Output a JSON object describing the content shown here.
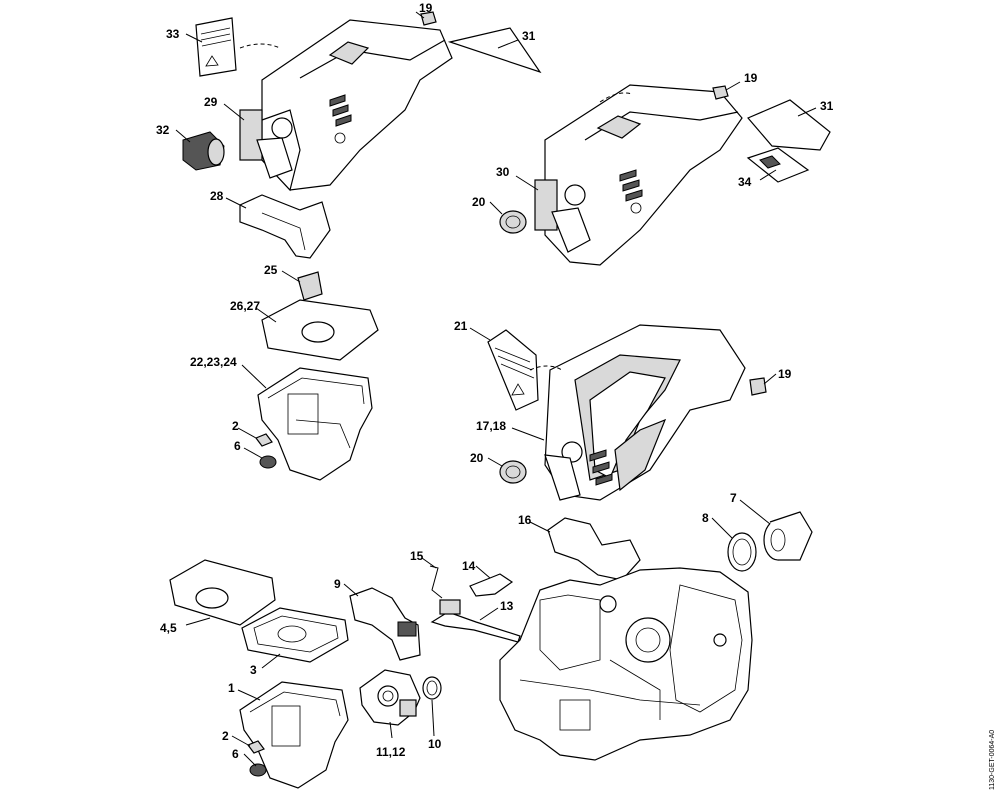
{
  "callouts": {
    "c33": "33",
    "c19a": "19",
    "c31a": "31",
    "c29": "29",
    "c32": "32",
    "c28": "28",
    "c19b": "19",
    "c31b": "31",
    "c30": "30",
    "c20a": "20",
    "c34": "34",
    "c25": "25",
    "c2627": "26,27",
    "c222324": "22,23,24",
    "c2a": "2",
    "c6a": "6",
    "c21": "21",
    "c19c": "19",
    "c1718": "17,18",
    "c20b": "20",
    "c16": "16",
    "c7": "7",
    "c8": "8",
    "c15": "15",
    "c14": "14",
    "c9": "9",
    "c13": "13",
    "c45": "4,5",
    "c3": "3",
    "c1": "1",
    "c2b": "2",
    "c6b": "6",
    "c1112": "11,12",
    "c10": "10"
  },
  "drawing_code": "1130-GET-0064-A0"
}
